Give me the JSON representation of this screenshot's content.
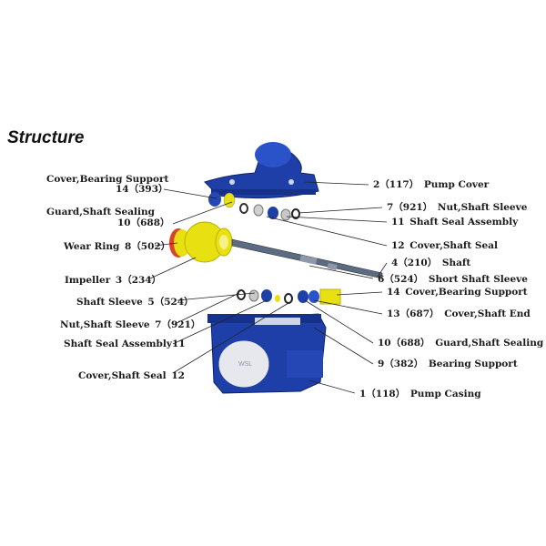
{
  "title": "Structure",
  "labels": {
    "cover_bearing_support_left": {
      "text": "Cover,Bearing Support",
      "num": "14（393）"
    },
    "guard_shaft_sealing_left": {
      "text": "Guard,Shaft Sealing",
      "num": "10（688）"
    },
    "wear_ring": {
      "text": "Wear Ring",
      "num": "8（502）"
    },
    "impeller": {
      "text": "Impeller",
      "num": "3（234）"
    },
    "shaft_sleeve_left": {
      "text": "Shaft Sleeve",
      "num": "5（524）"
    },
    "nut_shaft_sleeve_left": {
      "text": "Nut,Shaft Sleeve",
      "num": "7（921）"
    },
    "shaft_seal_assembly_left": {
      "text": "Shaft Seal Assembly",
      "num": "11"
    },
    "cover_shaft_seal_left": {
      "text": "Cover,Shaft Seal",
      "num": "12"
    },
    "pump_cover": {
      "num": "2（117）",
      "text": "Pump Cover"
    },
    "nut_shaft_sleeve_right": {
      "num": "7（921）",
      "text": "Nut,Shaft Sleeve"
    },
    "shaft_seal_assembly_right": {
      "num": "11",
      "text": "Shaft Seal Assembly"
    },
    "cover_shaft_seal_right": {
      "num": "12",
      "text": "Cover,Shaft Seal"
    },
    "shaft": {
      "num": "4（210）",
      "text": "Shaft"
    },
    "short_shaft_sleeve": {
      "num": "6（524）",
      "text": "Short Shaft Sleeve"
    },
    "cover_bearing_support_right": {
      "num": "14",
      "text": "Cover,Bearing Support"
    },
    "cover_shaft_end": {
      "num": "13（687）",
      "text": "Cover,Shaft End"
    },
    "guard_shaft_sealing_right": {
      "num": "10（688）",
      "text": "Guard,Shaft Sealing"
    },
    "bearing_support": {
      "num": "9（382）",
      "text": "Bearing Support"
    },
    "pump_casing": {
      "num": "1（118）",
      "text": "Pump Casing"
    }
  },
  "casing_mark": "WSL",
  "colors": {
    "casing_blue": "#1f3fa8",
    "part_yellow": "#e8e010",
    "leader": "#222222"
  }
}
